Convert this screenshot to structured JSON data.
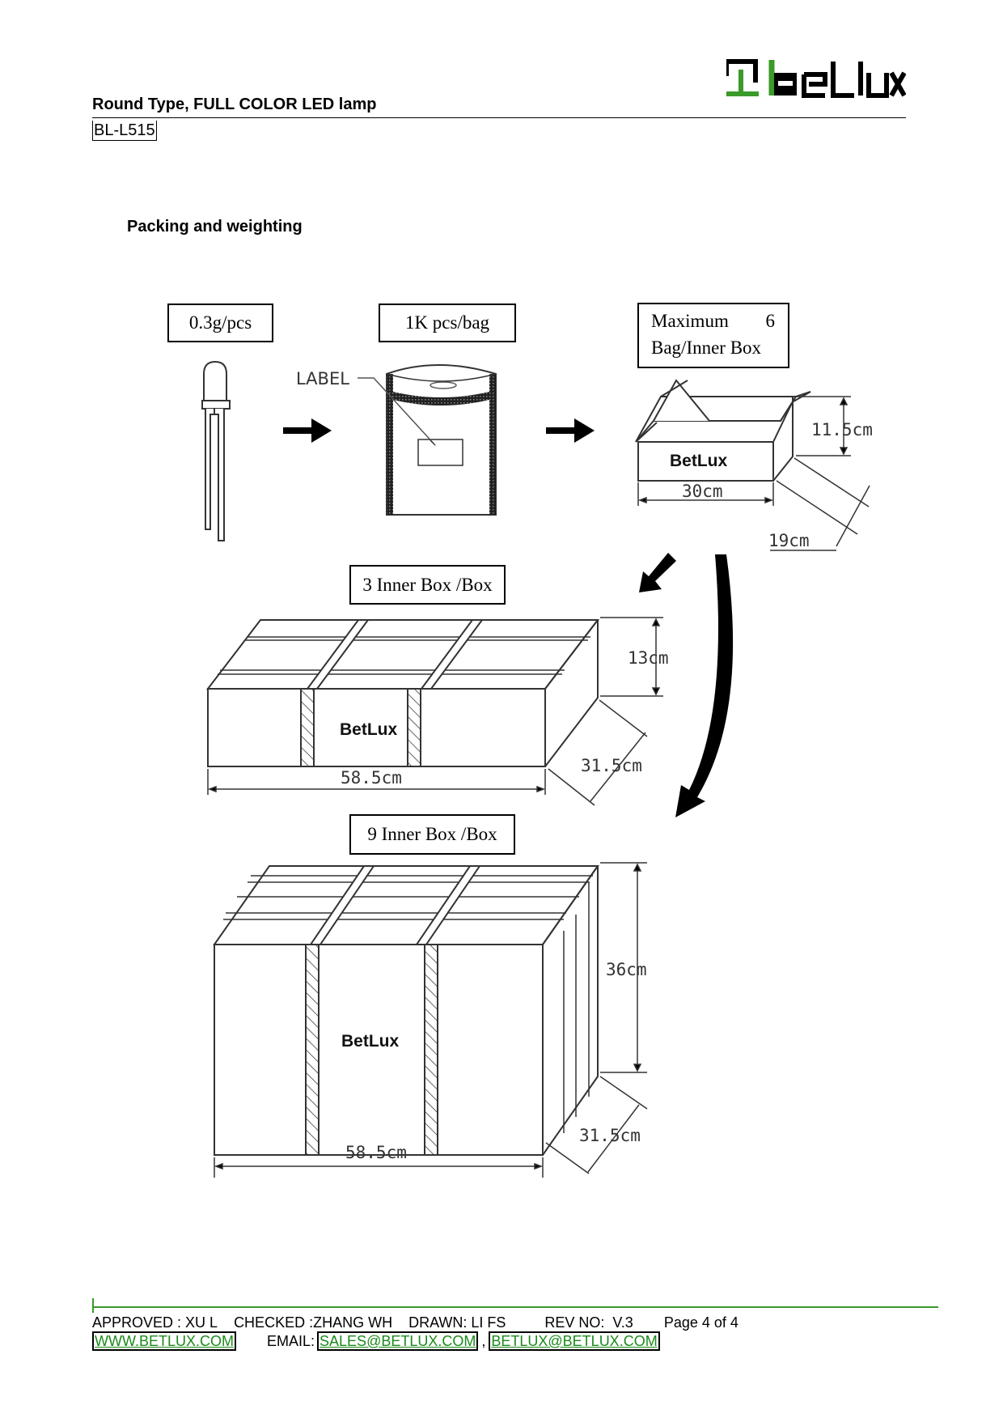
{
  "header": {
    "brand": "betlux",
    "title": "Round Type, FULL COLOR LED lamp",
    "part_number": "BL-L515"
  },
  "section": {
    "title": "Packing and weighting"
  },
  "diagram": {
    "steps": [
      {
        "tag": "0.3g/pcs",
        "item": "LED lamp"
      },
      {
        "tag": "1K pcs/bag",
        "item": "Anti-static bag",
        "label_callout": "LABEL"
      },
      {
        "tag_line1_a": "Maximum",
        "tag_line1_b": "6",
        "tag_line2": "Bag/Inner Box",
        "item": "Inner box",
        "brand": "BetLux",
        "dims": {
          "width": "30cm",
          "height": "11.5cm",
          "depth": "19cm"
        }
      },
      {
        "tag": "3 Inner Box /Box",
        "item": "Outer box (3)",
        "brand": "BetLux",
        "dims": {
          "width": "58.5cm",
          "height": "13cm",
          "depth": "31.5cm"
        }
      },
      {
        "tag": "9 Inner Box /Box",
        "item": "Outer box (9)",
        "brand": "BetLux",
        "dims": {
          "width": "58.5cm",
          "height": "36cm",
          "depth": "31.5cm"
        }
      }
    ]
  },
  "footer": {
    "approved": "APPROVED : XU L",
    "checked": "CHECKED :ZHANG WH",
    "drawn": "DRAWN: LI FS",
    "rev": "REV NO:  V.3",
    "page": "Page 4 of 4",
    "website": "WWW.BETLUX.COM",
    "email_label": "EMAIL:",
    "email_sales": "SALES@BETLUX.COM",
    "separator": ",",
    "email_info": "BETLUX@BETLUX.COM"
  },
  "colors": {
    "brand_green": "#3a9a2a",
    "link_green": "#1a8a1a"
  }
}
